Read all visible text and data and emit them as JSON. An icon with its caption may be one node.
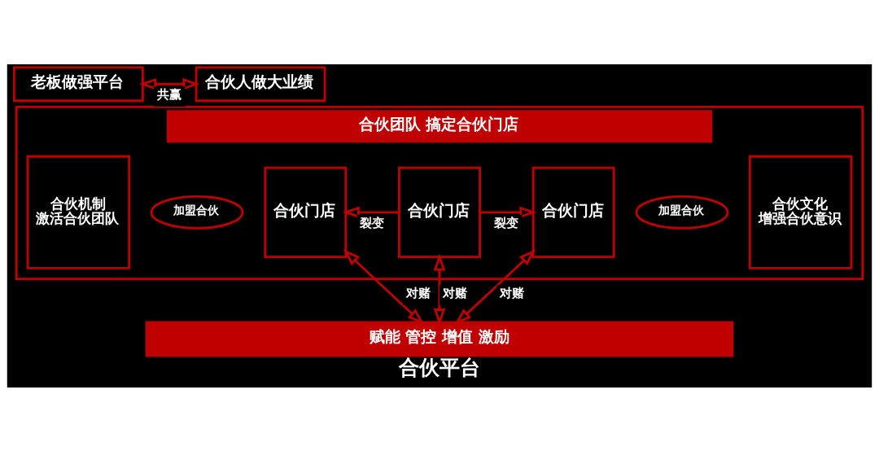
{
  "diagram": {
    "caption": "合伙平台",
    "nodes": [
      {
        "text": [
          "老板做强平台"
        ]
      },
      {
        "text": [
          "合伙人做大业绩"
        ]
      },
      {
        "text": [
          "合伙团队 搞定合伙门店"
        ]
      },
      {
        "text": [
          "合伙机制",
          "激活合伙团队"
        ],
        "in": 2
      },
      {
        "text": [
          "合伙门店"
        ],
        "in": 2
      },
      {
        "text": [
          "加盟合伙"
        ],
        "in": 2
      },
      {
        "text": [
          "合伙门店"
        ],
        "in": 2
      },
      {
        "text": [
          "加盟合伙"
        ],
        "in": 2
      },
      {
        "text": [
          "合伙门店"
        ],
        "in": 2
      },
      {
        "text": [
          "合伙文化",
          "增强合伙意识"
        ],
        "in": 2
      },
      {
        "text": [
          "赋能 管控 增值 激励"
        ]
      }
    ],
    "edges": [
      {
        "from": 0,
        "to": 1,
        "arrow": "both",
        "label": "共赢"
      },
      {
        "from": 6,
        "to": 4,
        "arrow": "to",
        "label": "裂变"
      },
      {
        "from": 6,
        "to": 8,
        "arrow": "to",
        "label": "裂变"
      },
      {
        "from": 10,
        "to": 4,
        "arrow": "both",
        "label": "对赌"
      },
      {
        "from": 10,
        "to": 6,
        "arrow": "both",
        "label": "对赌"
      },
      {
        "from": 10,
        "to": 8,
        "arrow": "both",
        "label": "对赌"
      }
    ]
  }
}
